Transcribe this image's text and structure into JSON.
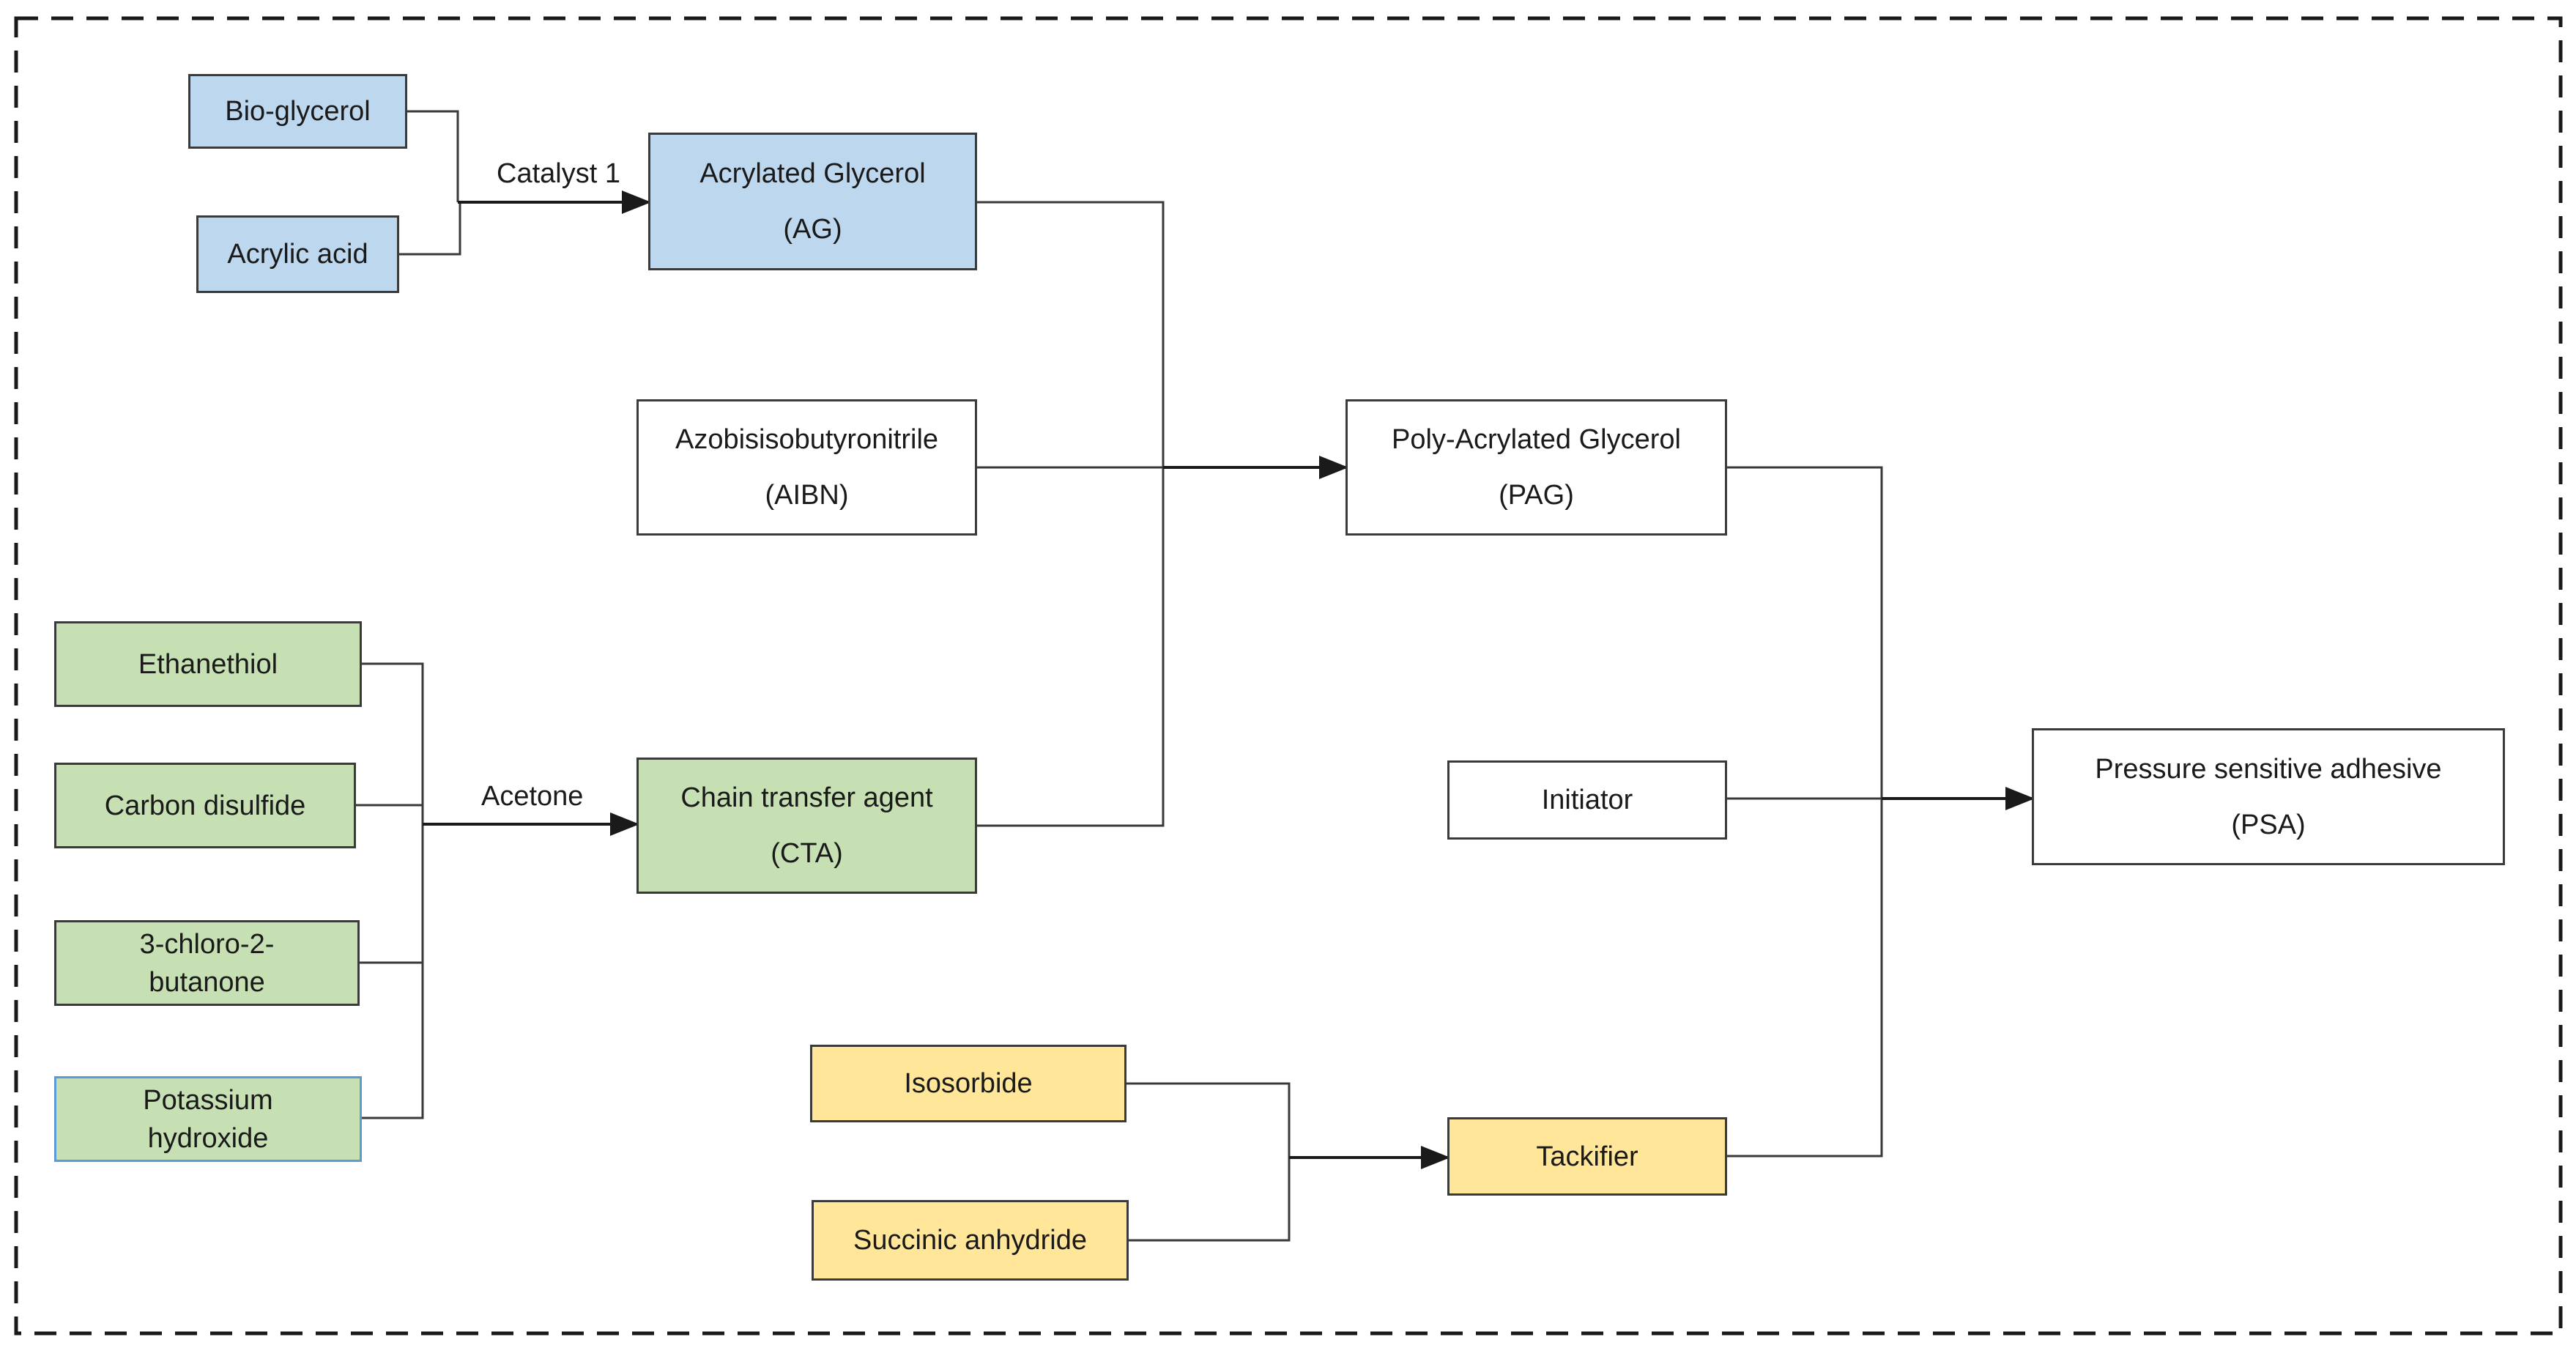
{
  "nodes": {
    "bio_glycerol": "Bio-glycerol",
    "acrylic_acid": "Acrylic acid",
    "acrylated_glycerol": {
      "name": "Acrylated Glycerol",
      "abbr": "(AG)"
    },
    "aibn": {
      "name": "Azobisisobutyronitrile",
      "abbr": "(AIBN)"
    },
    "ethanethiol": "Ethanethiol",
    "carbon_disulfide": "Carbon disulfide",
    "chlorobutanone": {
      "line1": "3-chloro-2-",
      "line2": "butanone"
    },
    "potassium_hydroxide": {
      "line1": "Potassium",
      "line2": "hydroxide"
    },
    "cta": {
      "name": "Chain transfer agent",
      "abbr": "(CTA)"
    },
    "pag": {
      "name": "Poly-Acrylated Glycerol",
      "abbr": "(PAG)"
    },
    "initiator": "Initiator",
    "psa": {
      "name": "Pressure sensitive adhesive",
      "abbr": "(PSA)"
    },
    "isosorbide": "Isosorbide",
    "succinic_anhydride": "Succinic anhydride",
    "tackifier": "Tackifier"
  },
  "edge_labels": {
    "catalyst": "Catalyst 1",
    "acetone": "Acetone"
  },
  "colors": {
    "blue": "#bdd7ee",
    "green": "#c6e0b4",
    "yellow": "#ffe699",
    "line": "#3a3a3a"
  }
}
